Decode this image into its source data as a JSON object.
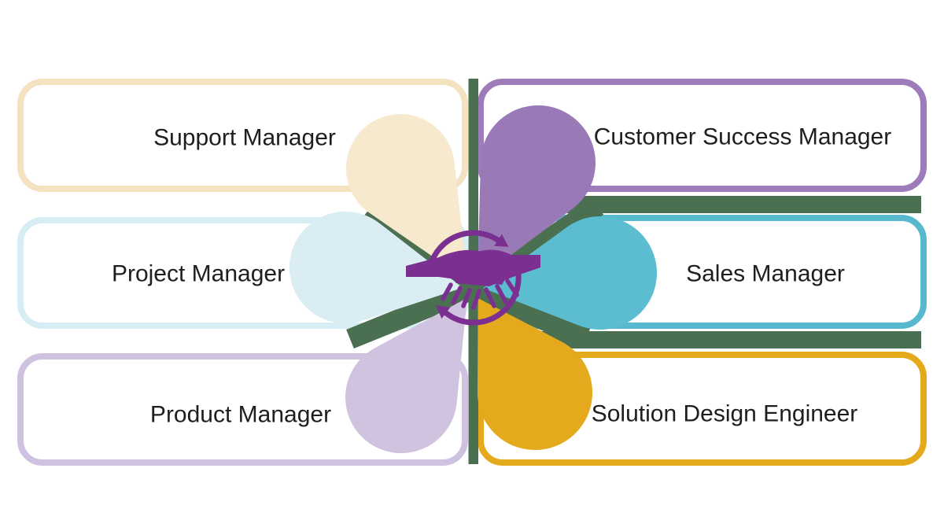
{
  "diagram": {
    "type": "collaboration-flower",
    "background_color": "#ffffff",
    "gap_color": "#4b7051",
    "text_color": "#1e1e1e",
    "center_icon": {
      "name": "handshake-cycle-icon",
      "description": "handshake inside circular clockwise arrows",
      "color": "#7b2f90"
    },
    "boxes": [
      {
        "id": "support-manager",
        "label": "Support Manager",
        "border_color": "#f2e2c0",
        "petal_color": "#f6e9cd",
        "side": "left",
        "row": "top"
      },
      {
        "id": "customer-success-manager",
        "label": "Customer Success Manager",
        "border_color": "#9e7cba",
        "petal_color": "#9a79b7",
        "side": "right",
        "row": "top"
      },
      {
        "id": "project-manager",
        "label": "Project Manager",
        "border_color": "#d6edf3",
        "petal_color": "#d9edf2",
        "side": "left",
        "row": "middle"
      },
      {
        "id": "sales-manager",
        "label": "Sales Manager",
        "border_color": "#58b9ce",
        "petal_color": "#5bbdcf",
        "side": "right",
        "row": "middle"
      },
      {
        "id": "product-manager",
        "label": "Product Manager",
        "border_color": "#cfc2e0",
        "petal_color": "#cfc3e0",
        "side": "left",
        "row": "bottom"
      },
      {
        "id": "solution-design-engineer",
        "label": "Solution Design Engineer",
        "border_color": "#e5a91c",
        "petal_color": "#e4a91c",
        "side": "right",
        "row": "bottom"
      }
    ]
  }
}
